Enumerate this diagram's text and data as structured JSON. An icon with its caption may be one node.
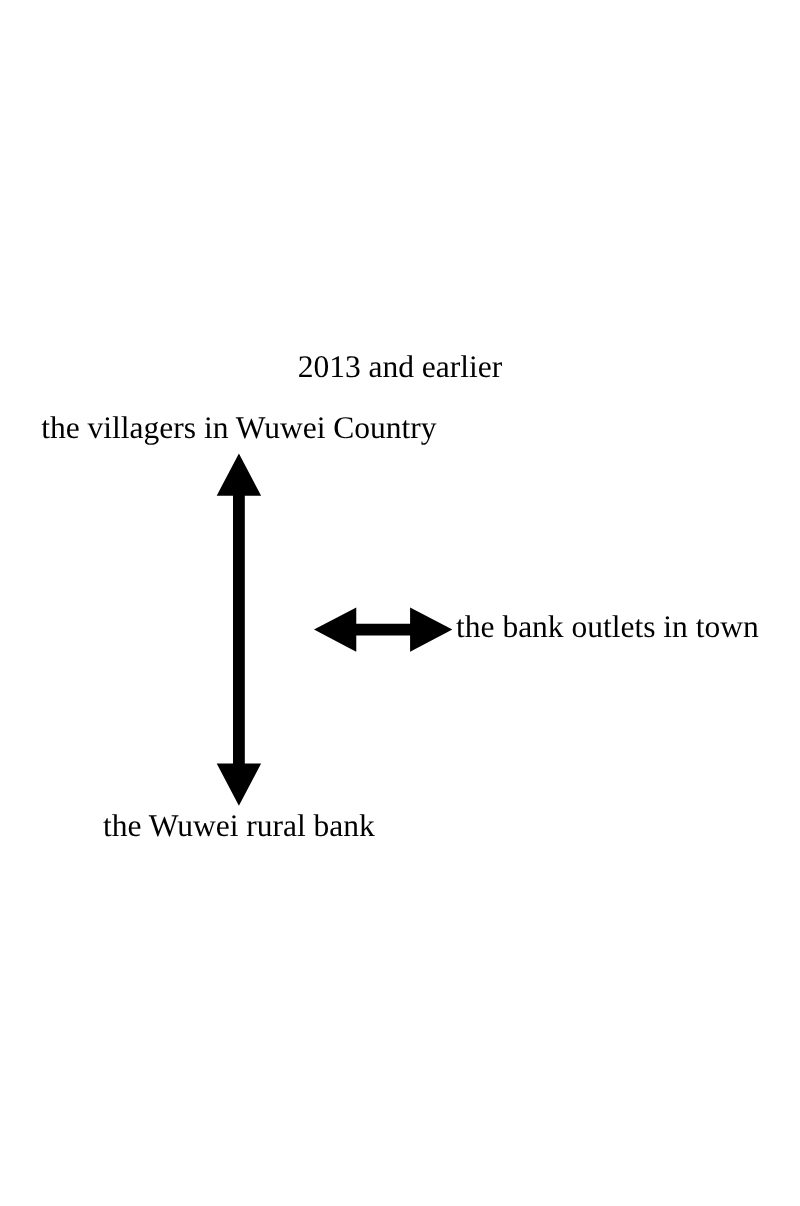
{
  "diagram": {
    "title": "2013 and earlier",
    "nodes": [
      {
        "text": [
          "the villagers in Wuwei Country"
        ]
      },
      {
        "text": [
          "the bank outlets in town"
        ]
      },
      {
        "text": [
          "the Wuwei rural bank"
        ]
      }
    ],
    "edges": [
      {
        "from": 0,
        "to": 2,
        "arrow": "both"
      },
      {
        "from": null,
        "to": 1,
        "arrow": "both"
      }
    ]
  }
}
